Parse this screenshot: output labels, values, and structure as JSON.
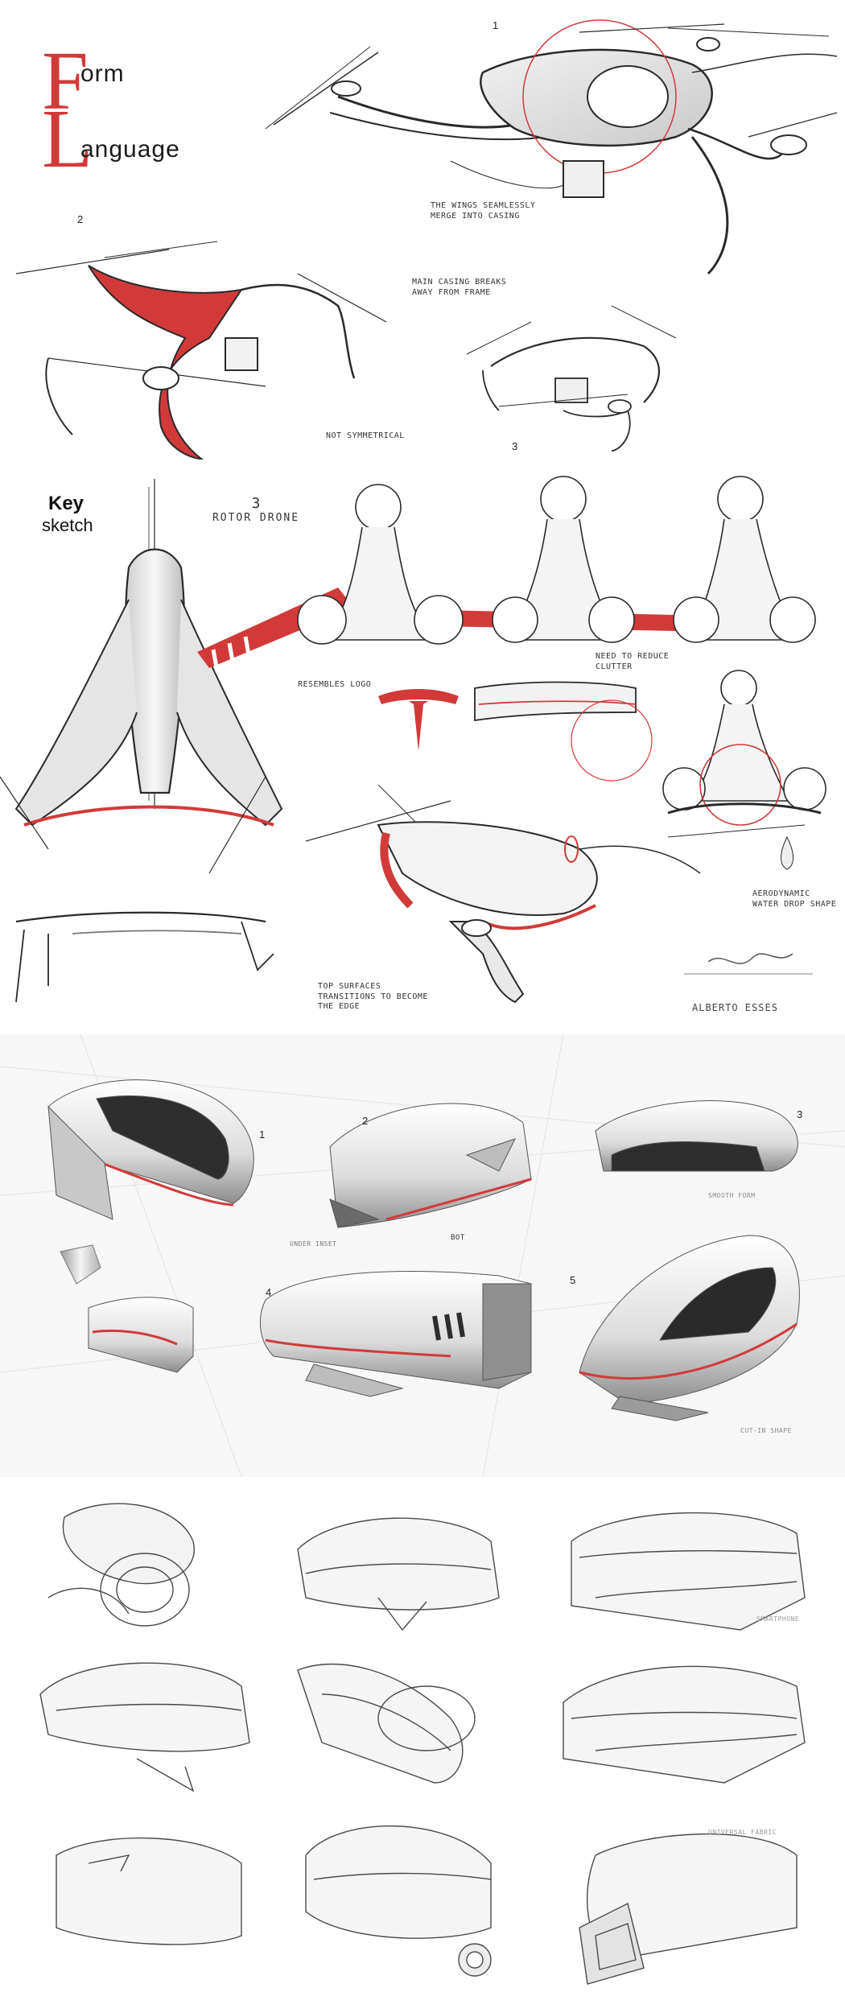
{
  "header": {
    "form_letter": "F",
    "form_rest": "orm",
    "language_letter": "L",
    "language_rest": "anguage"
  },
  "form_language_notes": {
    "number_1": "1",
    "number_2": "2",
    "number_3": "3",
    "wings_note": "The wings seamlessly merge into casing",
    "casing_note": "Main casing breaks away from frame",
    "symmetry_note": "Not symmetrical"
  },
  "key_sketch": {
    "title": "Key",
    "subtitle": "sketch",
    "rotor_number": "3",
    "rotor_label": "ROTOR DRONE",
    "reduce_note": "Need to reduce clutter",
    "resembles_note": "Resembles logo",
    "aero_note": "Aerodynamic water drop shape",
    "top_surface_note": "Top surfaces transitions to become the edge",
    "signature_name": "ALBERTO ESSES"
  },
  "render_notes": {
    "n1": "1",
    "n2": "2",
    "n3": "3",
    "n4": "4",
    "n5": "5",
    "bot_note": "BOT",
    "under_note": "Under inset",
    "small_note": "Smooth form",
    "side_note": "Cut-in shape"
  },
  "sketch_notes": {
    "smartphone": "SMARTPHONE",
    "universal": "UNIVERSAL FABRIC"
  },
  "colors": {
    "accent_red": "#d23a3a",
    "line": "#2a2a2a",
    "shade": "#bdbdbd"
  }
}
